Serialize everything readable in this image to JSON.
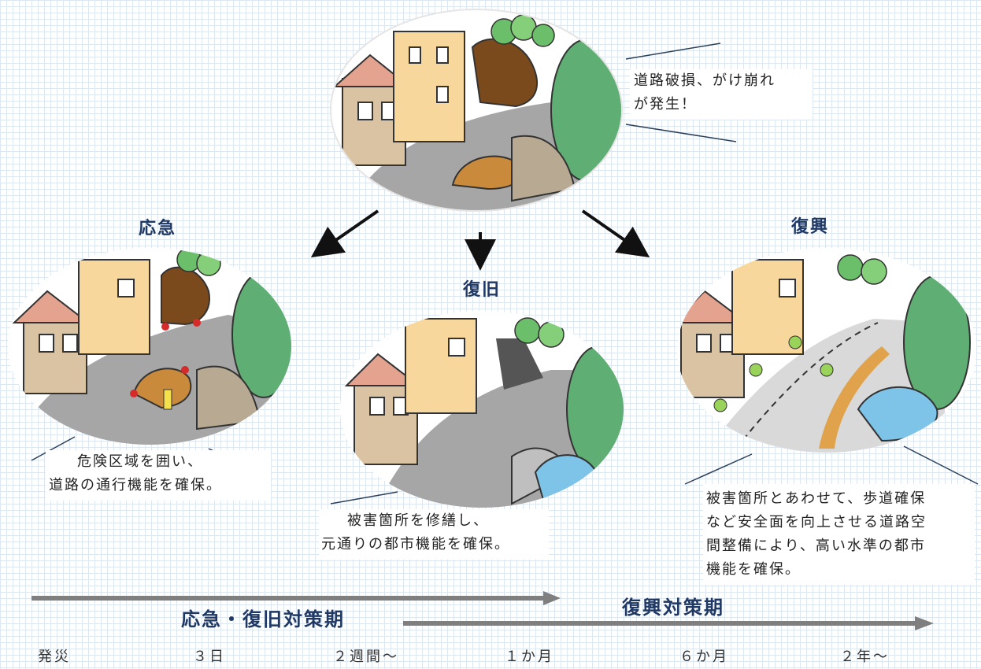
{
  "disaster": {
    "note_line1": "道路破損、がけ崩れ",
    "note_line2": "が発生！"
  },
  "stages": {
    "emergency": {
      "title": "応急",
      "caption_line1": "危険区域を囲い、",
      "caption_line2": "道路の通行機能を確保。"
    },
    "recovery": {
      "title": "復旧",
      "caption_line1": "被害箇所を修繕し、",
      "caption_line2": "元通りの都市機能を確保。"
    },
    "reconstruction": {
      "title": "復興",
      "caption_line1": "被害箇所とあわせて、歩道確保",
      "caption_line2": "など安全面を向上させる道路空",
      "caption_line3": "間整備により、高い水準の都市",
      "caption_line4": "機能を確保。"
    }
  },
  "timeline": {
    "period_1": "応急・復旧対策期",
    "period_2": "復興対策期",
    "ticks": [
      "発災",
      "３日",
      "２週間～",
      "１か月",
      "６か月",
      "２年～"
    ]
  }
}
